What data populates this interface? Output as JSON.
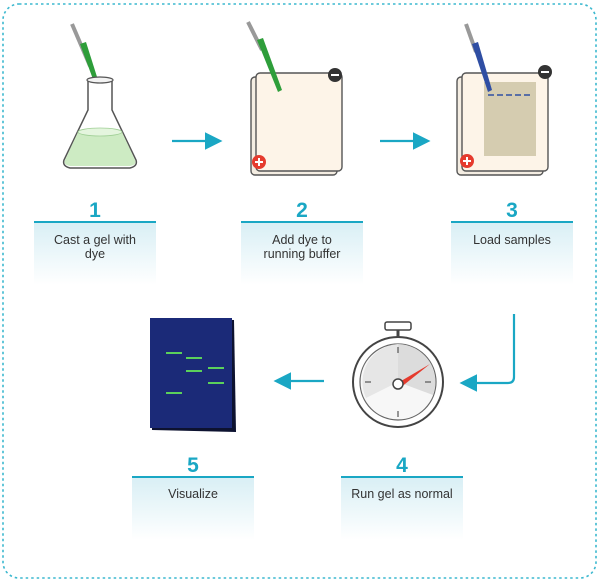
{
  "colors": {
    "accent": "#1aa7c4",
    "border": "#3bb8cf",
    "gel_dark": "#1b2a78",
    "band": "#5bd15b",
    "pipette_green": "#2e9e3a",
    "pipette_blue": "#2f4ea3",
    "plus_red": "#e53b2e"
  },
  "icons": {
    "step1": "flask-with-pipette-icon",
    "step2": "gel-tray-with-pipette-icon",
    "step3": "loaded-gel-tray-icon",
    "step4": "stopwatch-icon",
    "step5": "gel-image-icon"
  },
  "steps": [
    {
      "number": "1",
      "label": "Cast a gel with dye"
    },
    {
      "number": "2",
      "label": "Add dye to running buffer"
    },
    {
      "number": "3",
      "label": "Load samples"
    },
    {
      "number": "4",
      "label": "Run gel as normal"
    },
    {
      "number": "5",
      "label": "Visualize"
    }
  ],
  "tray_signs": {
    "positive": "+",
    "negative": "−"
  }
}
